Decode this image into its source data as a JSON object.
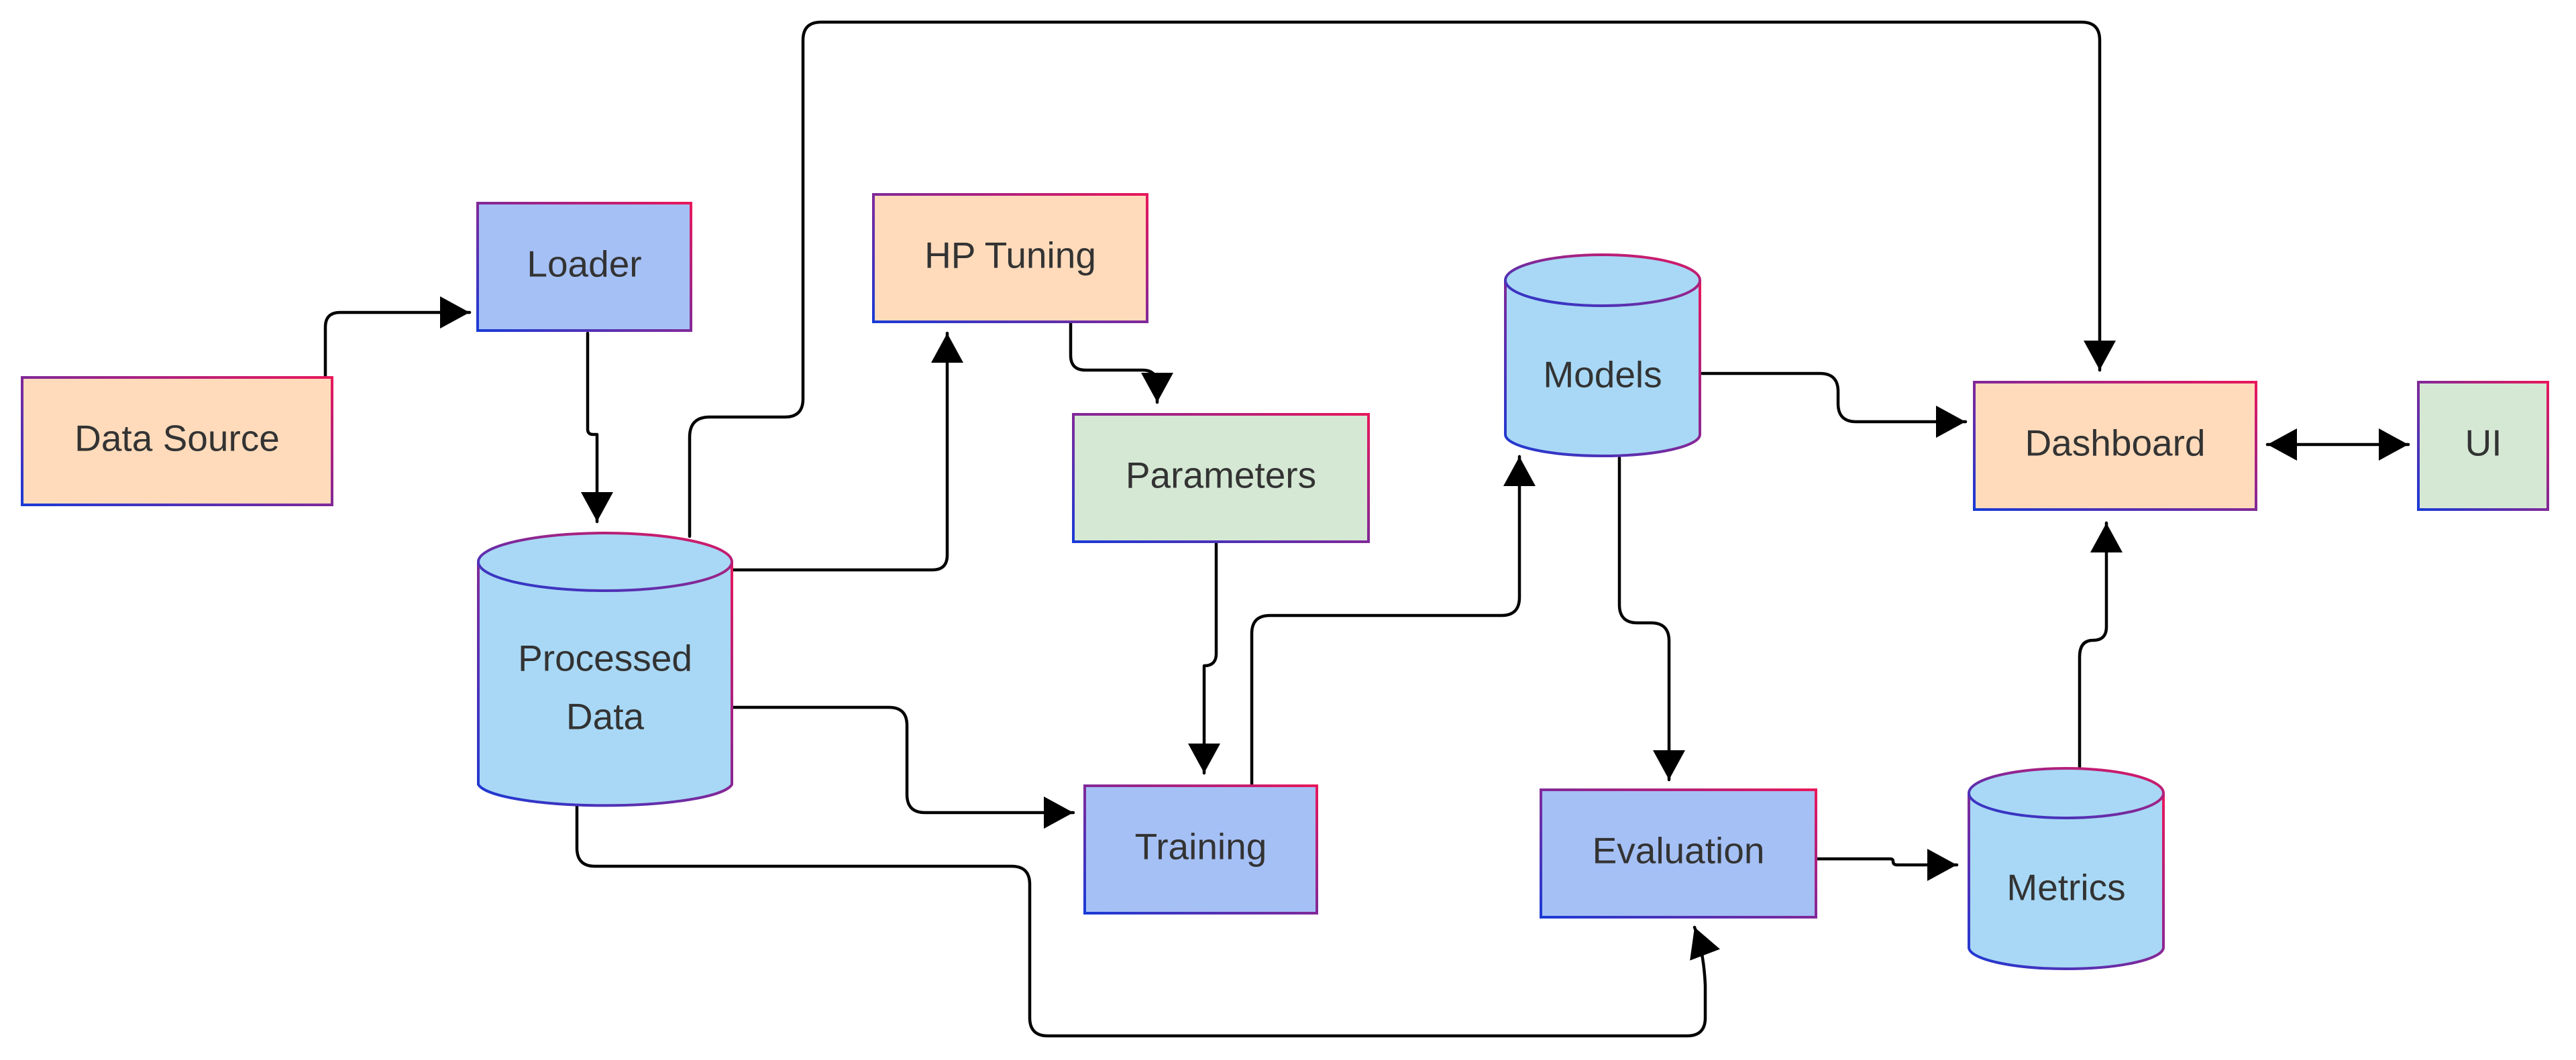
{
  "diagram": {
    "colors": {
      "peach": "#ffdbbb",
      "blue_box": "#a5c0f5",
      "cylinder": "#a8d8f5",
      "green": "#d5e8d4",
      "border_start": "#1a3ad6",
      "border_end": "#e8175b",
      "edge": "#000000",
      "text": "#333333"
    },
    "nodes": {
      "data_source": {
        "label": "Data Source"
      },
      "loader": {
        "label": "Loader"
      },
      "hp_tuning": {
        "label": "HP Tuning"
      },
      "parameters": {
        "label": "Parameters"
      },
      "processed_data": {
        "line1": "Processed",
        "line2": "Data"
      },
      "training": {
        "label": "Training"
      },
      "models": {
        "label": "Models"
      },
      "evaluation": {
        "label": "Evaluation"
      },
      "metrics": {
        "label": "Metrics"
      },
      "dashboard": {
        "label": "Dashboard"
      },
      "ui": {
        "label": "UI"
      }
    },
    "edges": [
      {
        "from": "Data Source",
        "to": "Loader"
      },
      {
        "from": "Loader",
        "to": "Processed Data"
      },
      {
        "from": "Processed Data",
        "to": "Dashboard"
      },
      {
        "from": "Processed Data",
        "to": "HP Tuning"
      },
      {
        "from": "HP Tuning",
        "to": "Parameters"
      },
      {
        "from": "Parameters",
        "to": "Training"
      },
      {
        "from": "Processed Data",
        "to": "Training"
      },
      {
        "from": "Processed Data",
        "to": "Evaluation"
      },
      {
        "from": "Training",
        "to": "Models"
      },
      {
        "from": "Models",
        "to": "Dashboard"
      },
      {
        "from": "Models",
        "to": "Evaluation"
      },
      {
        "from": "Evaluation",
        "to": "Metrics"
      },
      {
        "from": "Metrics",
        "to": "Dashboard"
      },
      {
        "from": "Dashboard",
        "to": "UI",
        "bidirectional": true
      }
    ]
  }
}
